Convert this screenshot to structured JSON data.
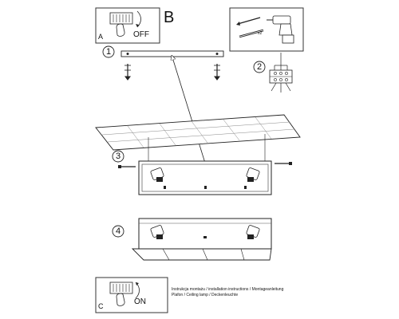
{
  "header": {
    "panel_a": {
      "letter": "A",
      "switch_label": "OFF",
      "icon": "hand-switch-off-icon"
    },
    "section_letter": "B",
    "tools": {
      "quantity_label": "x2",
      "icons": [
        "screw-icon",
        "wall-plug-icon",
        "drill-icon"
      ]
    }
  },
  "steps": [
    {
      "number": "1",
      "name": "mount-rail-to-ceiling",
      "icons": [
        "ceiling-rail-icon",
        "screw-icon",
        "arrow-up-icon"
      ]
    },
    {
      "number": "2",
      "name": "connect-wires",
      "icons": [
        "terminal-block-icon",
        "wire-icon"
      ]
    },
    {
      "number": "3",
      "name": "attach-lamp-body",
      "icons": [
        "ceiling-panel-icon",
        "lamp-body-icon",
        "spotlight-icon",
        "screw-icon"
      ]
    },
    {
      "number": "4",
      "name": "close-diffuser",
      "icons": [
        "lamp-body-icon",
        "spotlight-icon",
        "diffuser-panel-icon"
      ]
    }
  ],
  "footer": {
    "panel_c": {
      "letter": "C",
      "switch_label": "ON",
      "icon": "hand-switch-on-icon"
    },
    "caption_lines": [
      "Instrukcja montażu / installation instructions / Montageanleitung",
      "Plafon / Ceiling lamp / Deckenleuchte"
    ]
  },
  "colors": {
    "line": "#222222",
    "frame": "#555555",
    "hatch": "#888888",
    "background": "#ffffff"
  }
}
